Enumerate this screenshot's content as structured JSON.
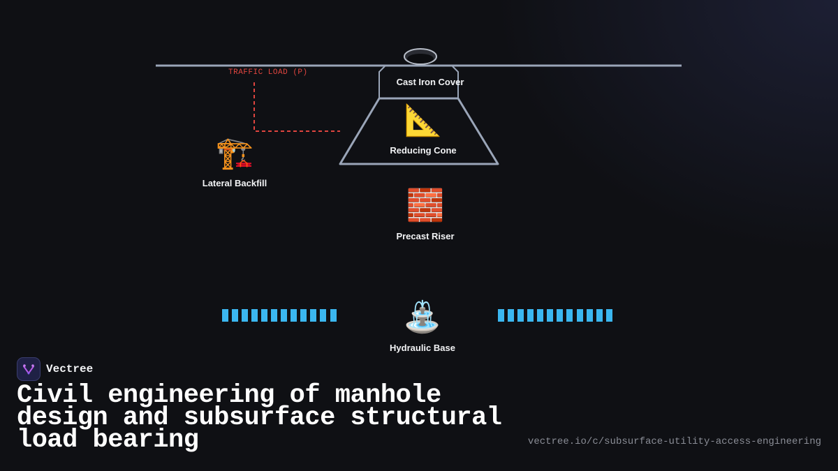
{
  "diagram": {
    "annotation": "TRAFFIC LOAD (P)",
    "components": [
      {
        "label": "Cast Iron Cover",
        "icon": "manhole-cover-icon"
      },
      {
        "label": "Reducing Cone",
        "icon": "triangular-ruler-icon",
        "emoji": "📐"
      },
      {
        "label": "Lateral Backfill",
        "icon": "construction-crane-icon",
        "emoji": "🏗️"
      },
      {
        "label": "Precast Riser",
        "icon": "brick-icon",
        "emoji": "🧱"
      },
      {
        "label": "Hydraulic Base",
        "icon": "fountain-icon",
        "emoji": "⛲"
      }
    ],
    "colors": {
      "structure": "#9aa5b8",
      "load": "#e0453f",
      "flow": "#3bb7f0",
      "text": "#f2f3f5"
    }
  },
  "brand": {
    "name": "Vectree",
    "logo_icon": "vectree-logo-icon"
  },
  "title": "Civil engineering of manhole design and subsurface structural load bearing",
  "url": "vectree.io/c/subsurface-utility-access-engineering"
}
